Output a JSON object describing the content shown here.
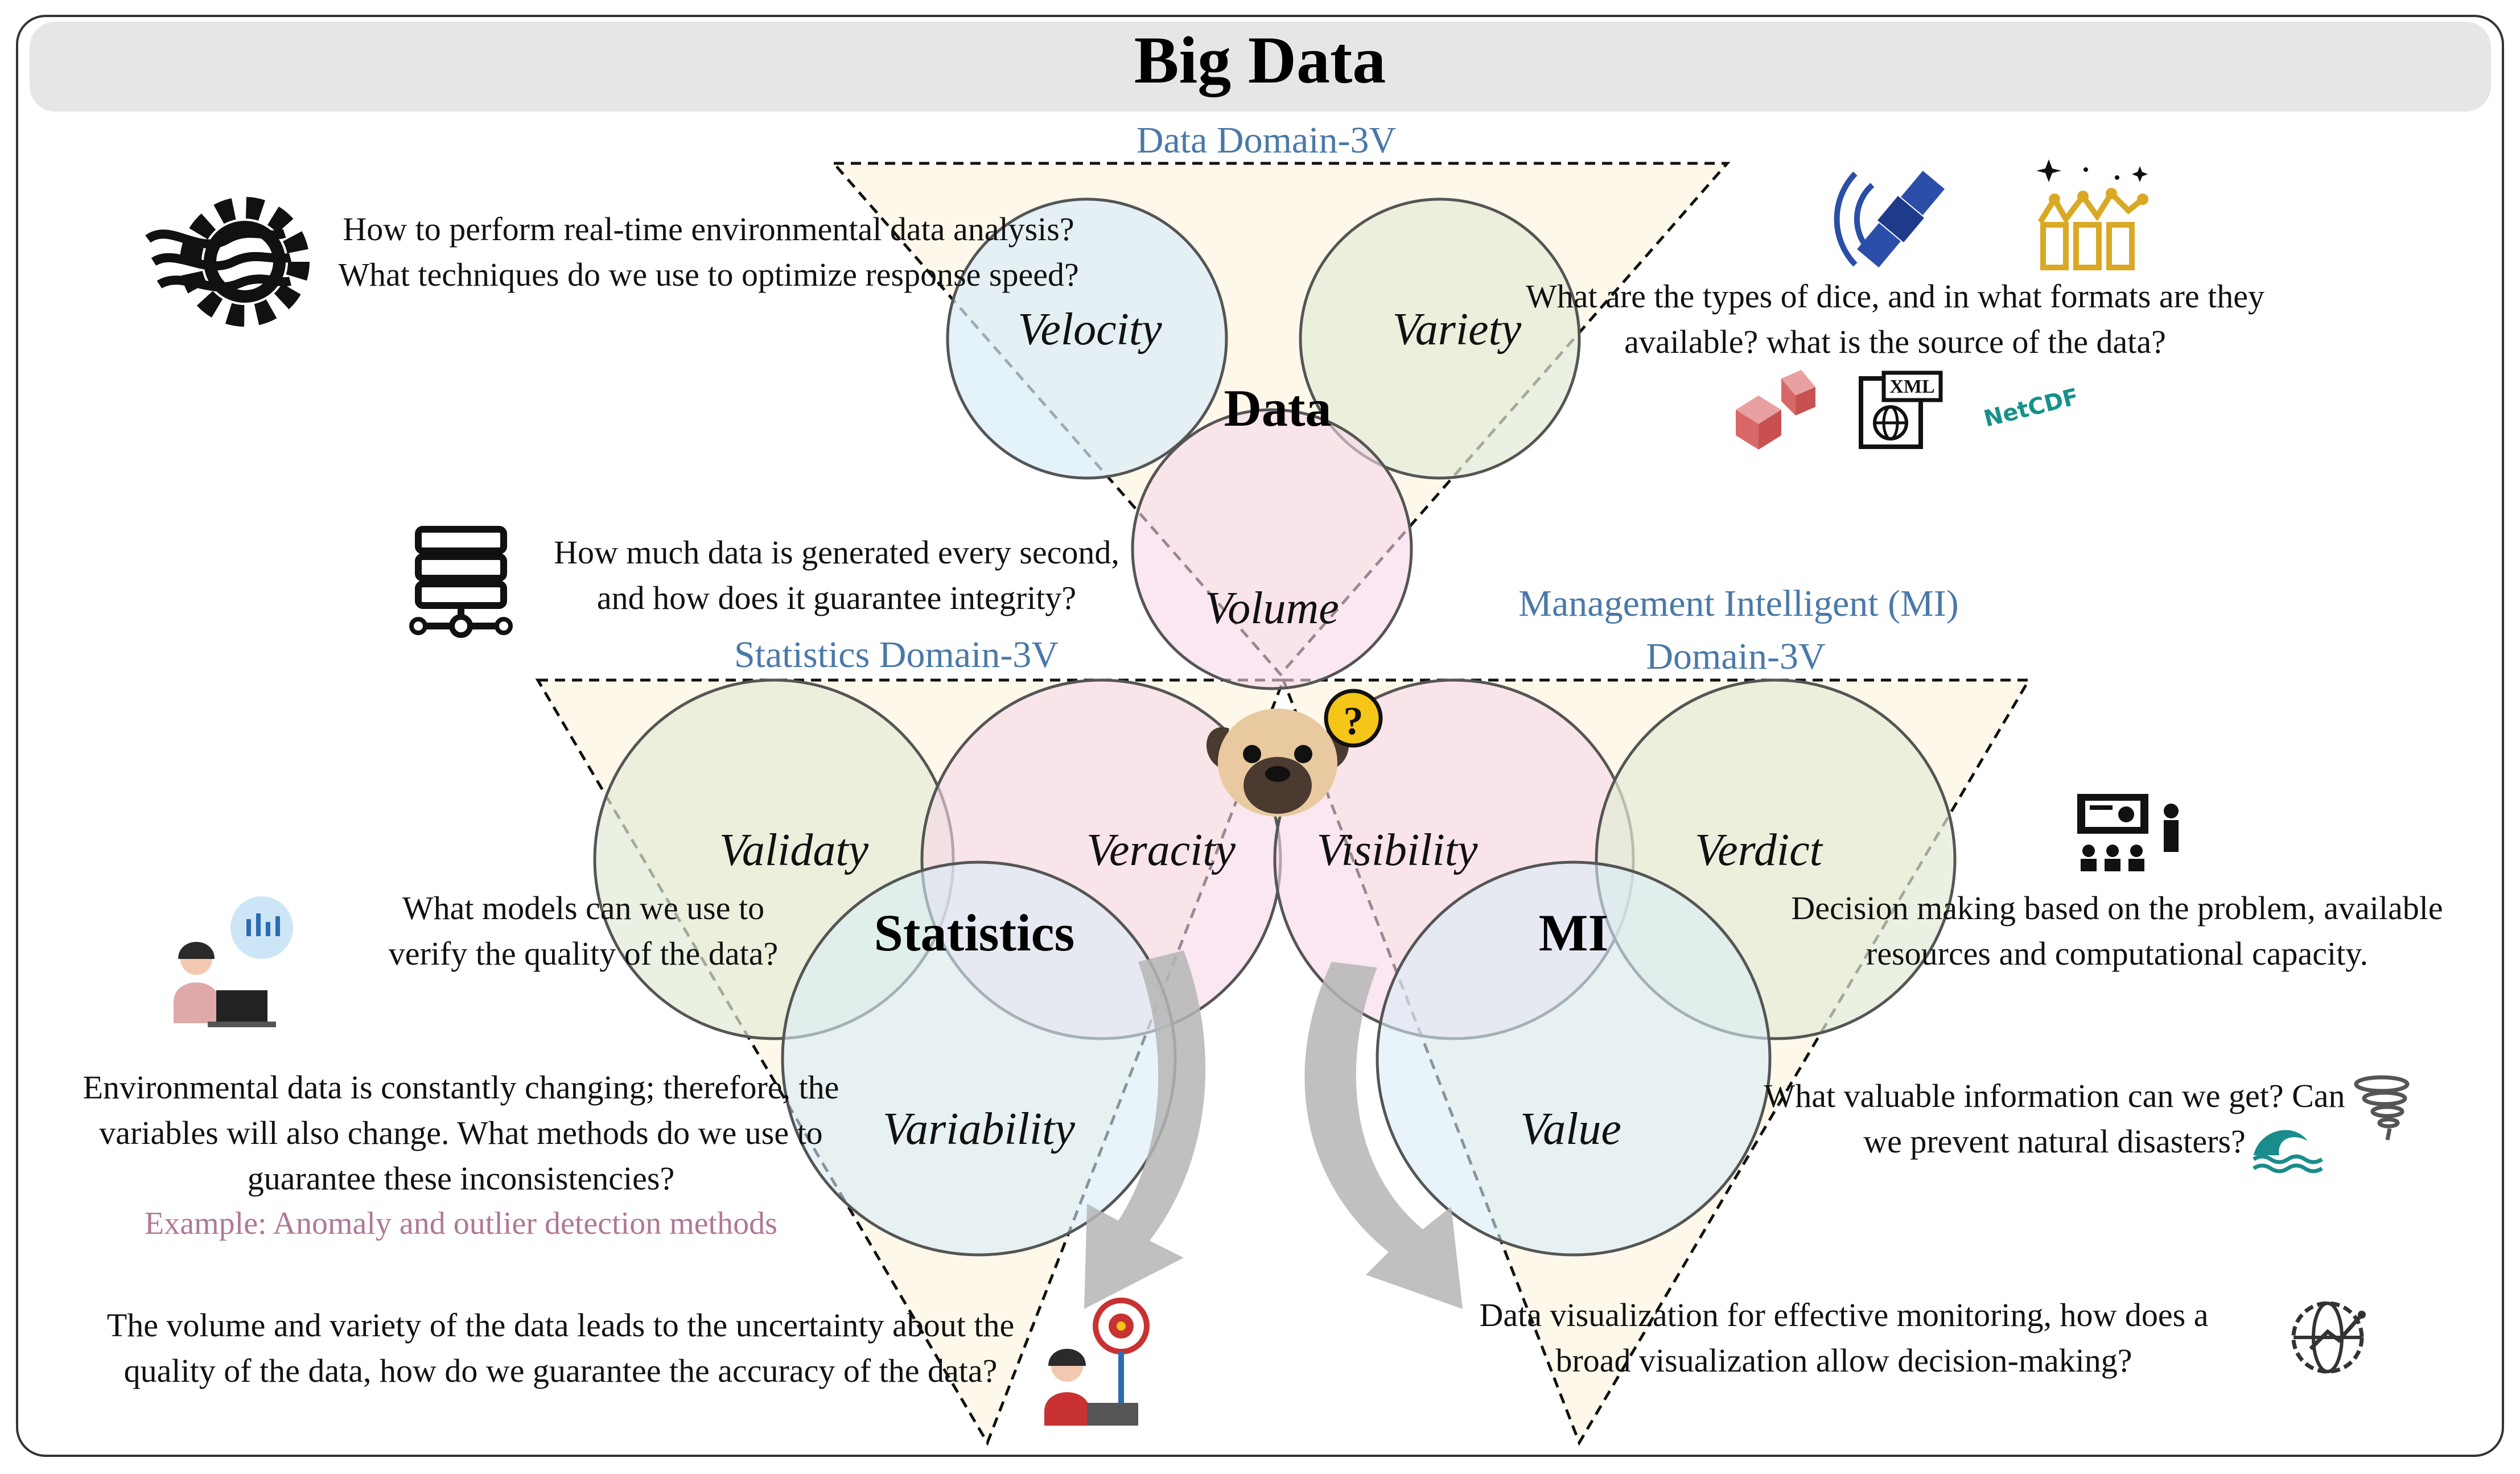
{
  "title": "Big Data",
  "domains": {
    "data": "Data Domain-3V",
    "statistics": "Statistics Domain-3V",
    "mi_line1": "Management Intelligent (MI)",
    "mi_line2": "Domain-3V"
  },
  "cores": {
    "data": "Data",
    "statistics": "Statistics",
    "mi": "MI"
  },
  "vs": {
    "velocity": "Velocity",
    "variety": "Variety",
    "volume": "Volume",
    "validaty": "Validaty",
    "veracity": "Veracity",
    "variability": "Variability",
    "visibility": "Visibility",
    "verdict": "Verdict",
    "value": "Value"
  },
  "questions": {
    "velocity": [
      "How to perform real-time environmental data analysis?",
      "What techniques do we use to optimize response speed?"
    ],
    "variety": [
      "What are the types of dice, and in what formats are they",
      "available? what is the source of the data?"
    ],
    "volume": [
      "How much data is generated every second,",
      "and how does it guarantee integrity?"
    ],
    "validaty": [
      "What models can we use to",
      "verify the quality of the data?"
    ],
    "variability": [
      "Environmental data is constantly changing; therefore, the",
      "variables will also change. What methods do we use to",
      "guarantee these inconsistencies?"
    ],
    "variability_example": "Example: Anomaly and outlier detection methods",
    "veracity": [
      "The volume and variety of the data leads to the uncertainty about the",
      "quality of the data, how do we guarantee the accuracy of the data?"
    ],
    "verdict": [
      "Decision making based on the problem, available",
      "resources and computational capacity."
    ],
    "value": [
      "What valuable information can we get? Can",
      "we prevent natural disasters?"
    ],
    "visibility": [
      "Data visualization for effective monitoring, how does a",
      "broad visualization allow decision-making?"
    ]
  },
  "icons": {
    "xml_label": "XML",
    "netcdf_label": "NetCDF",
    "question_mark": "?"
  },
  "colors": {
    "circle_blue": "#ddeef8",
    "circle_green": "#e7eedb",
    "circle_pink": "#f8dcea",
    "triangle_fill": "#fdf8ea",
    "domain_text": "#4a79a8",
    "example_text": "#b07896",
    "title_bar": "#e6e6e6"
  }
}
